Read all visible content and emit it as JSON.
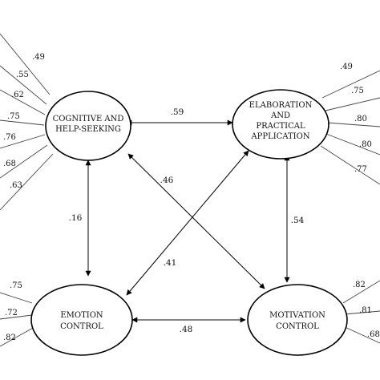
{
  "nodes": {
    "cognitive": {
      "lines": [
        "COGNITIVE AND",
        "HELP-SEEKING"
      ]
    },
    "elaboration": {
      "lines": [
        "ELABORATION",
        "AND",
        "PRACTICAL",
        "APPLICATION"
      ]
    },
    "emotion": {
      "lines": [
        "EMOTION",
        "CONTROL"
      ]
    },
    "motivation": {
      "lines": [
        "MOTIVATION",
        "CONTROL"
      ]
    }
  },
  "paths": {
    "cognitive_elaboration": ".59",
    "cognitive_emotion": ".16",
    "cognitive_motivation": ".46",
    "elaboration_emotion": ".41",
    "elaboration_motivation": ".54",
    "emotion_motivation": ".48"
  },
  "loadings": {
    "cognitive": [
      ".49",
      ".55",
      ".62",
      ".75",
      ".76",
      ".68",
      ".63"
    ],
    "elaboration": [
      ".49",
      ".75",
      ".80",
      ".80",
      ".77"
    ],
    "emotion": [
      ".75",
      ".72",
      ".82"
    ],
    "motivation": [
      ".82",
      ".81",
      ".68"
    ]
  }
}
